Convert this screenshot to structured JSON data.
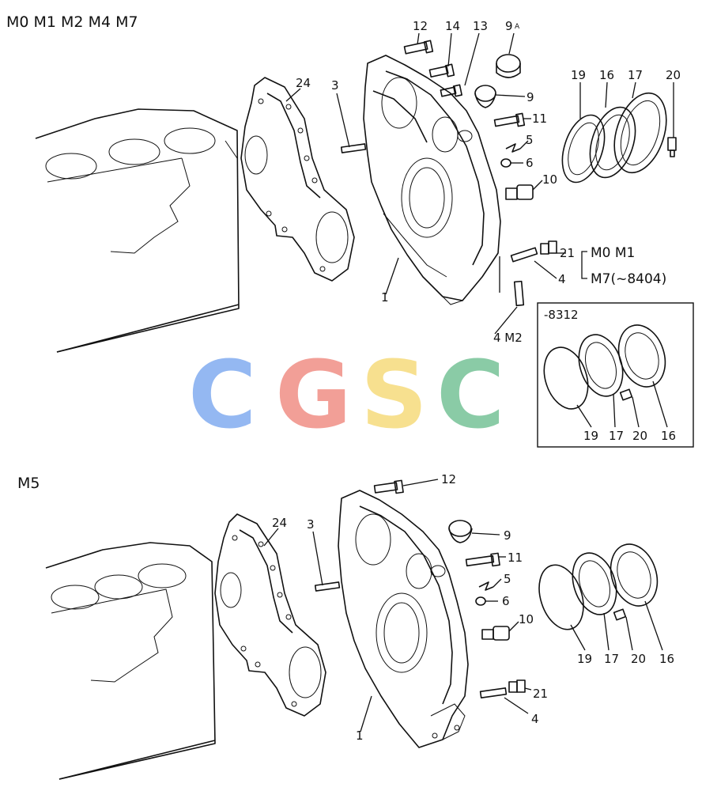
{
  "sections": {
    "top": "M0 M1 M2 M4 M7",
    "bottom": "M5"
  },
  "watermark": {
    "letters": [
      "C",
      "G",
      "S",
      "C"
    ],
    "colors": [
      "#8fb5f2",
      "#f29a92",
      "#f7df8a",
      "#84c9a2"
    ]
  },
  "top_callouts": {
    "n12": "12",
    "n14": "14",
    "n13": "13",
    "n9a": "9",
    "n9a_sup": "A",
    "n9": "9",
    "n24": "24",
    "n3": "3",
    "n11": "11",
    "n5": "5",
    "n6": "6",
    "n10": "10",
    "n19": "19",
    "n16": "16",
    "n17": "17",
    "n20": "20",
    "n21": "21",
    "n4": "4",
    "n1": "1",
    "n4m2": "4 M2",
    "variant_a": "M0 M1",
    "variant_b": "M7(~8404)"
  },
  "inset": {
    "heading": "-8312",
    "n19": "19",
    "n17": "17",
    "n20": "20",
    "n16": "16"
  },
  "bottom_callouts": {
    "n12": "12",
    "n24": "24",
    "n3": "3",
    "n9": "9",
    "n11": "11",
    "n5": "5",
    "n6": "6",
    "n10": "10",
    "n19": "19",
    "n17": "17",
    "n20": "20",
    "n16": "16",
    "n21": "21",
    "n4": "4",
    "n1": "1"
  }
}
